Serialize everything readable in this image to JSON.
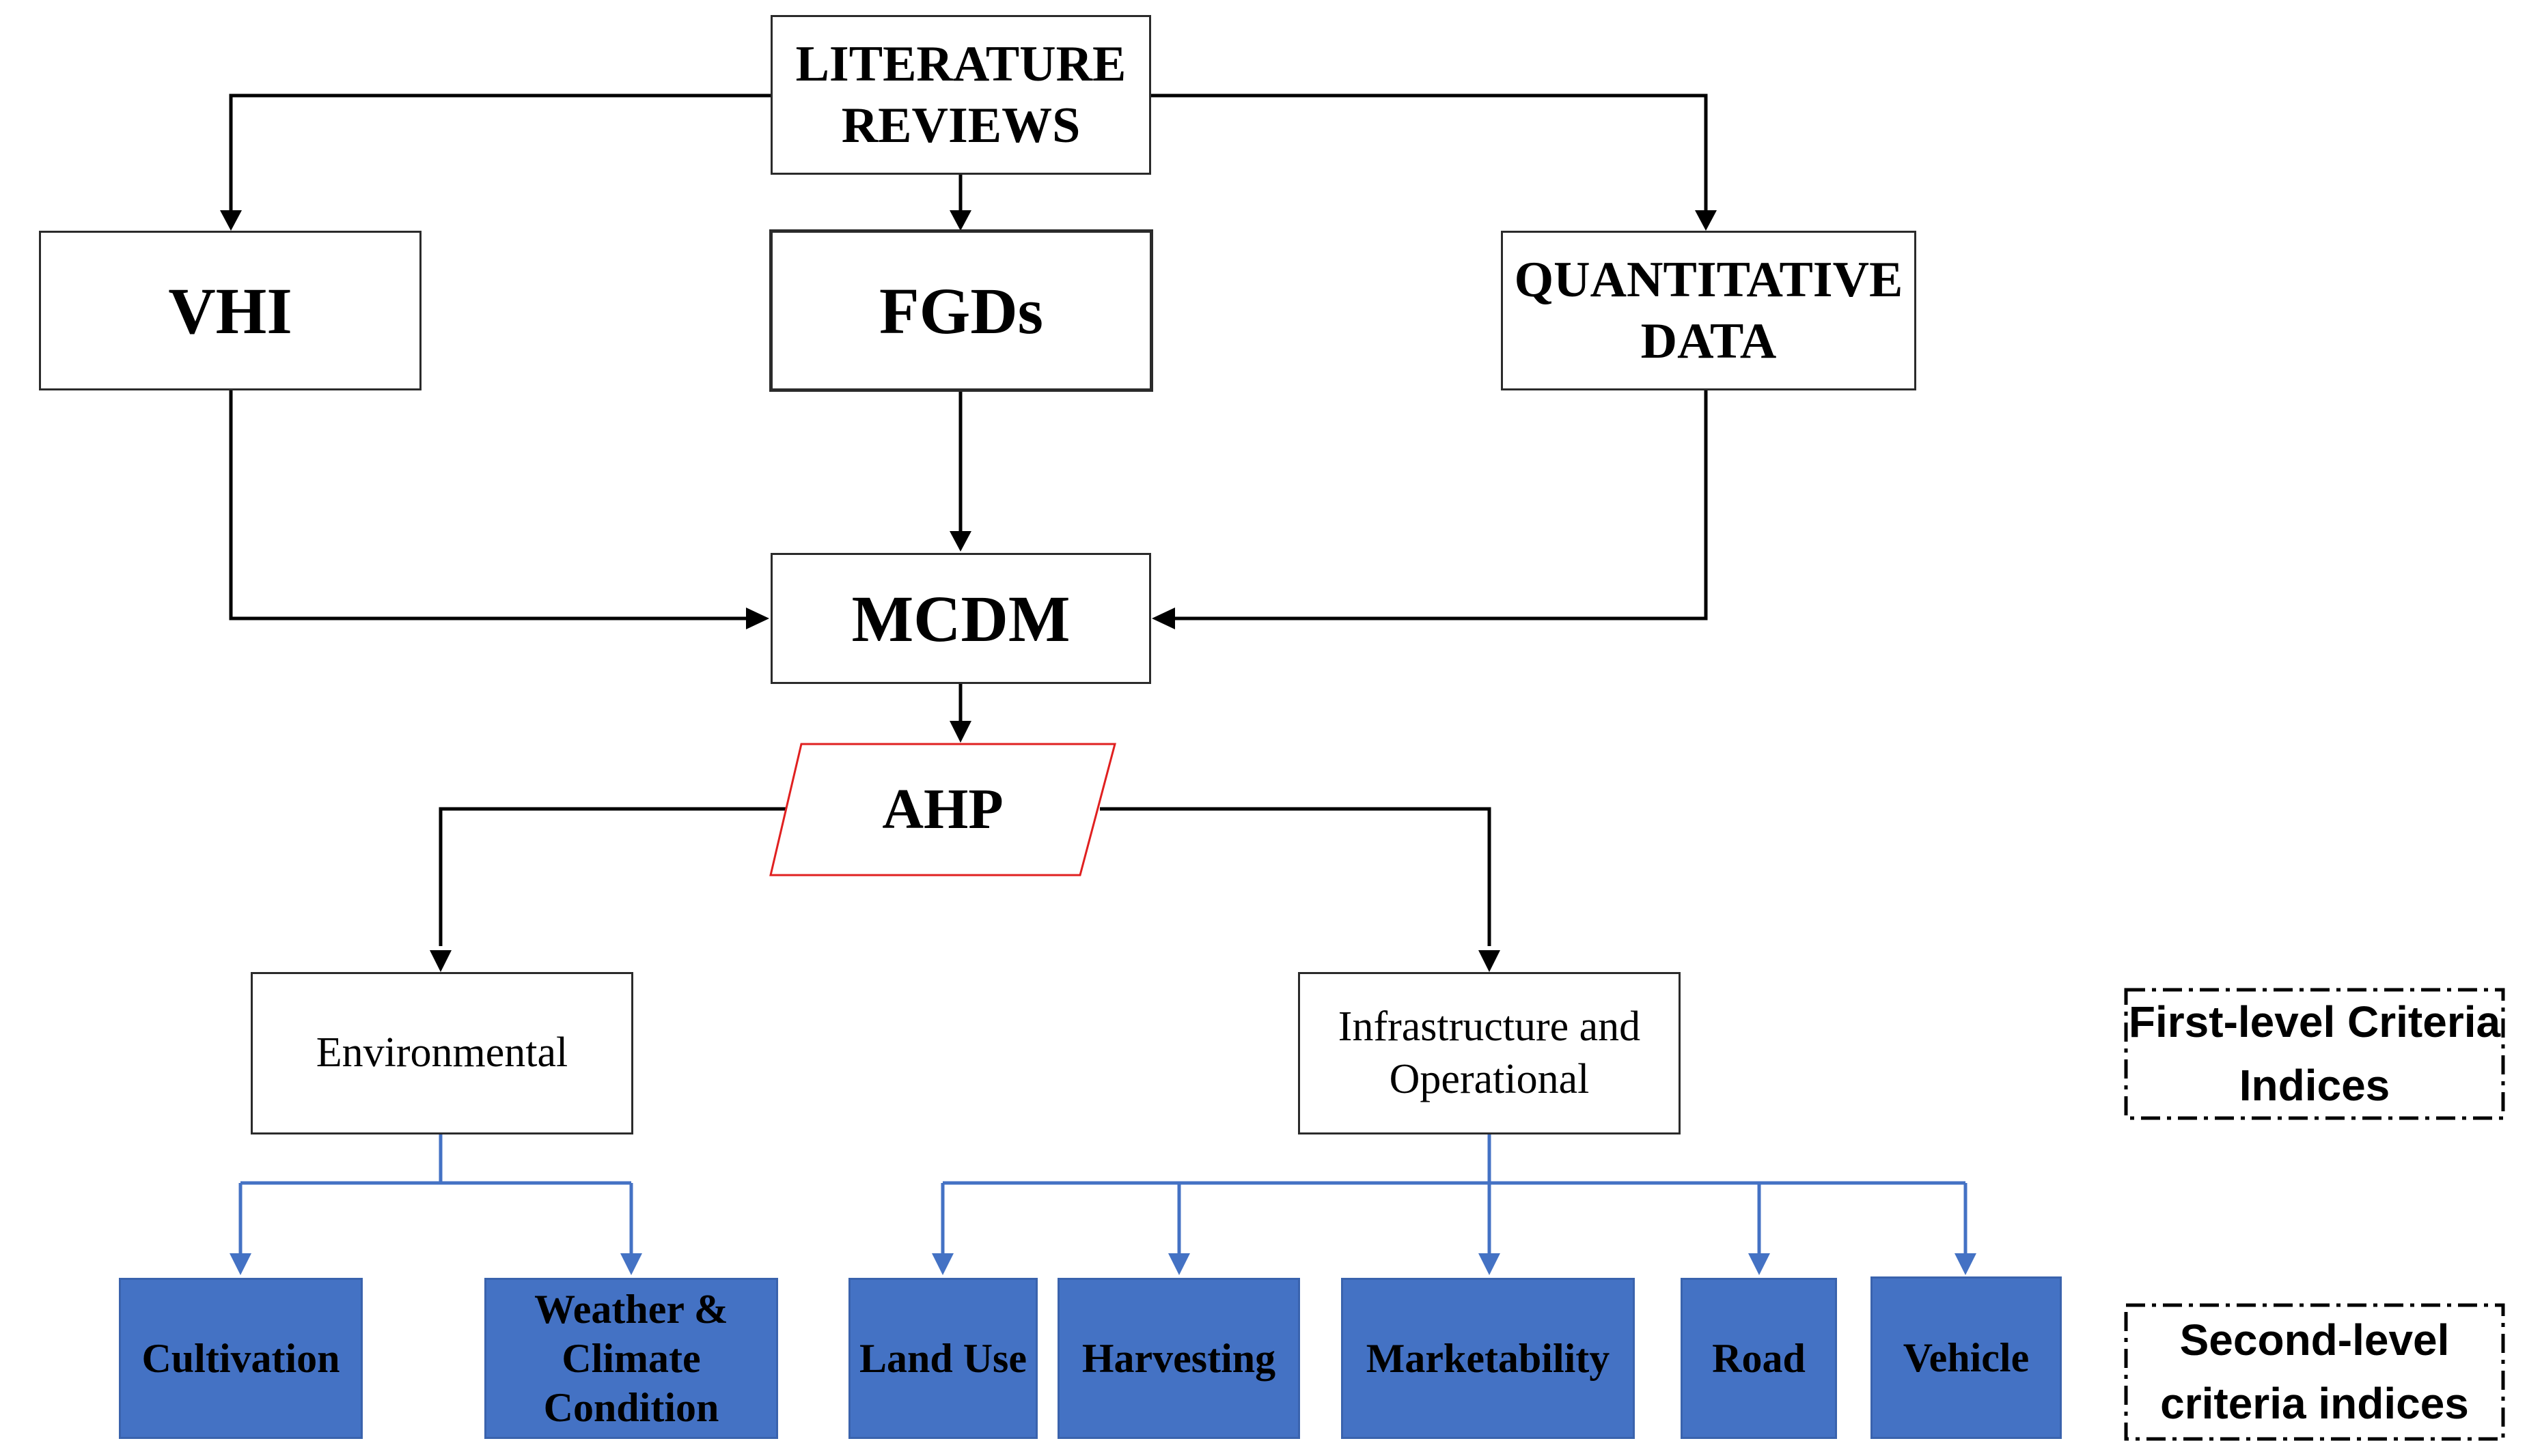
{
  "nodes": {
    "literature_reviews": "LITERATURE\nREVIEWS",
    "vhi": "VHI",
    "fgds": "FGDs",
    "quantitative_data": "QUANTITATIVE\nDATA",
    "mcdm": "MCDM",
    "ahp": "AHP"
  },
  "first_level": {
    "environmental": "Environmental",
    "infrastructure": "Infrastructure and\nOperational"
  },
  "second_level": {
    "cultivation": "Cultivation",
    "weather": "Weather &\nClimate\nCondition",
    "land_use": "Land Use",
    "harvesting": "Harvesting",
    "marketability": "Marketability",
    "road": "Road",
    "vehicle": "Vehicle"
  },
  "legend": {
    "first_level": "First-level Criteria\nIndices",
    "second_level": "Second-level\ncriteria indices"
  },
  "colors": {
    "second_level_fill": "#4472c4",
    "connector_blue": "#4472c4",
    "ahp_border": "#e02020",
    "connector_black": "#000000"
  }
}
